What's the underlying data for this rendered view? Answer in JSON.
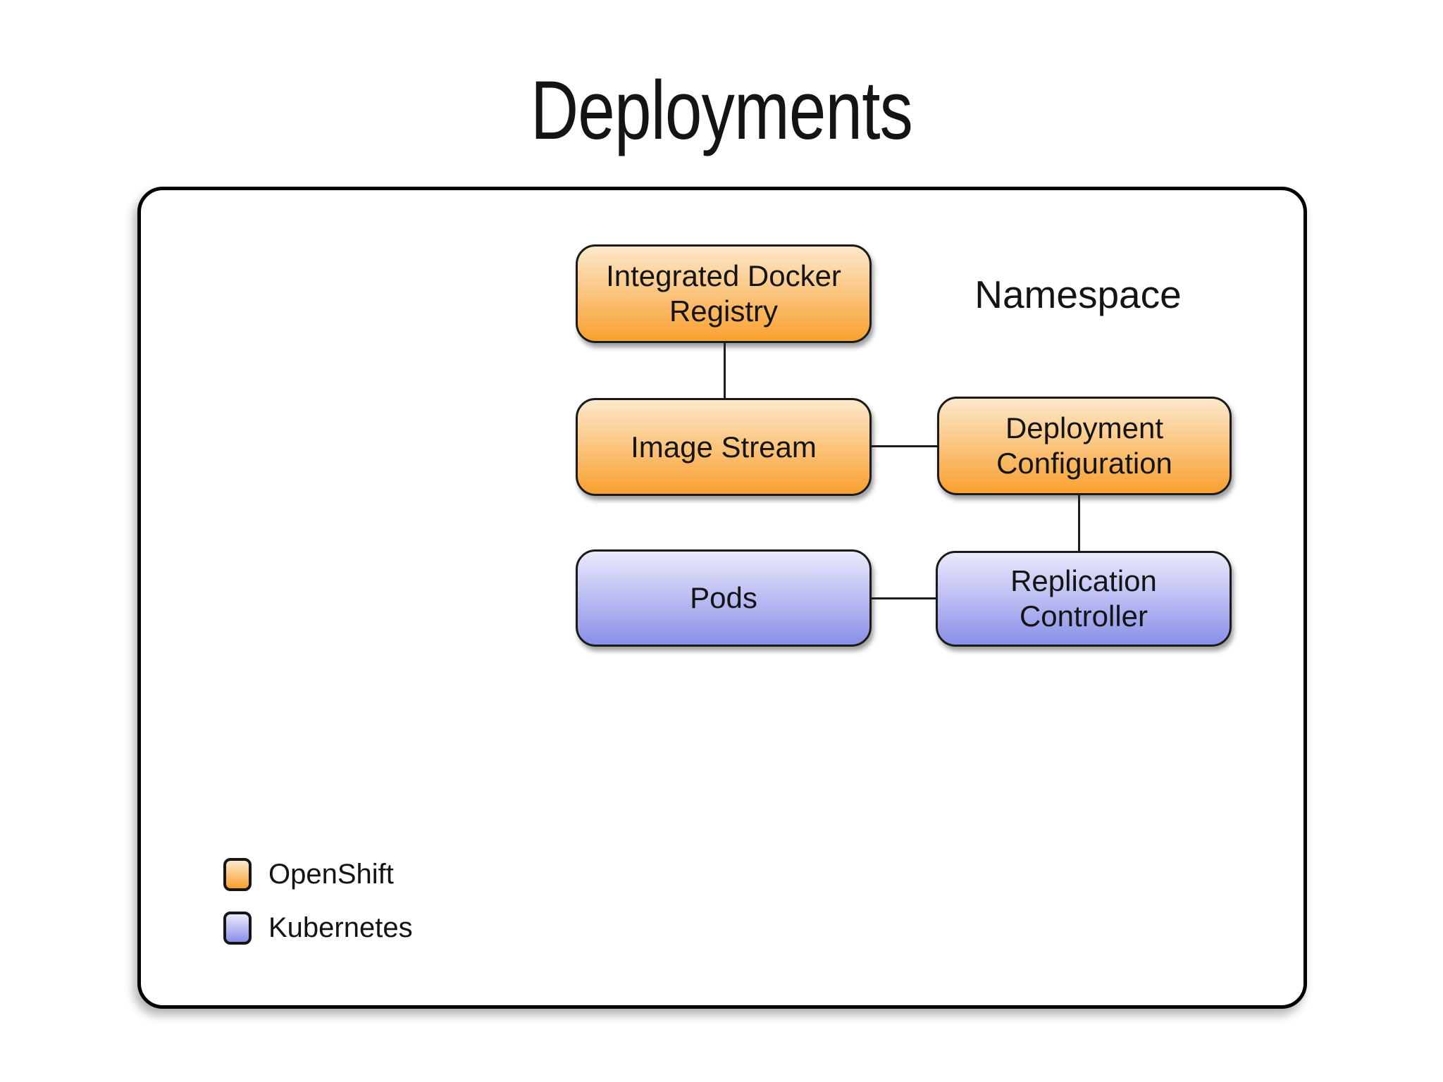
{
  "title": "Deployments",
  "diagram": {
    "container_label": "Namespace",
    "nodes": [
      {
        "id": "integrated-docker-registry",
        "label": "Integrated Docker Registry",
        "platform": "openshift"
      },
      {
        "id": "image-stream",
        "label": "Image Stream",
        "platform": "openshift"
      },
      {
        "id": "deployment-configuration",
        "label": "Deployment Configuration",
        "platform": "openshift"
      },
      {
        "id": "pods",
        "label": "Pods",
        "platform": "kubernetes"
      },
      {
        "id": "replication-controller",
        "label": "Replication Controller",
        "platform": "kubernetes"
      }
    ],
    "edges": [
      {
        "from": "integrated-docker-registry",
        "to": "image-stream",
        "orientation": "vertical"
      },
      {
        "from": "image-stream",
        "to": "deployment-configuration",
        "orientation": "horizontal"
      },
      {
        "from": "deployment-configuration",
        "to": "replication-controller",
        "orientation": "vertical"
      },
      {
        "from": "pods",
        "to": "replication-controller",
        "orientation": "horizontal"
      }
    ]
  },
  "legend": [
    {
      "label": "OpenShift",
      "platform": "openshift"
    },
    {
      "label": "Kubernetes",
      "platform": "kubernetes"
    }
  ],
  "colors": {
    "openshift_top": "#FDE8CB",
    "openshift_bottom": "#F9A02F",
    "kubernetes_top": "#EAEAFC",
    "kubernetes_bottom": "#8A8FE8",
    "node_border": "#1A1A1A",
    "connector": "#1C1C1C",
    "text": "#141414",
    "background": "#FFFFFF"
  }
}
